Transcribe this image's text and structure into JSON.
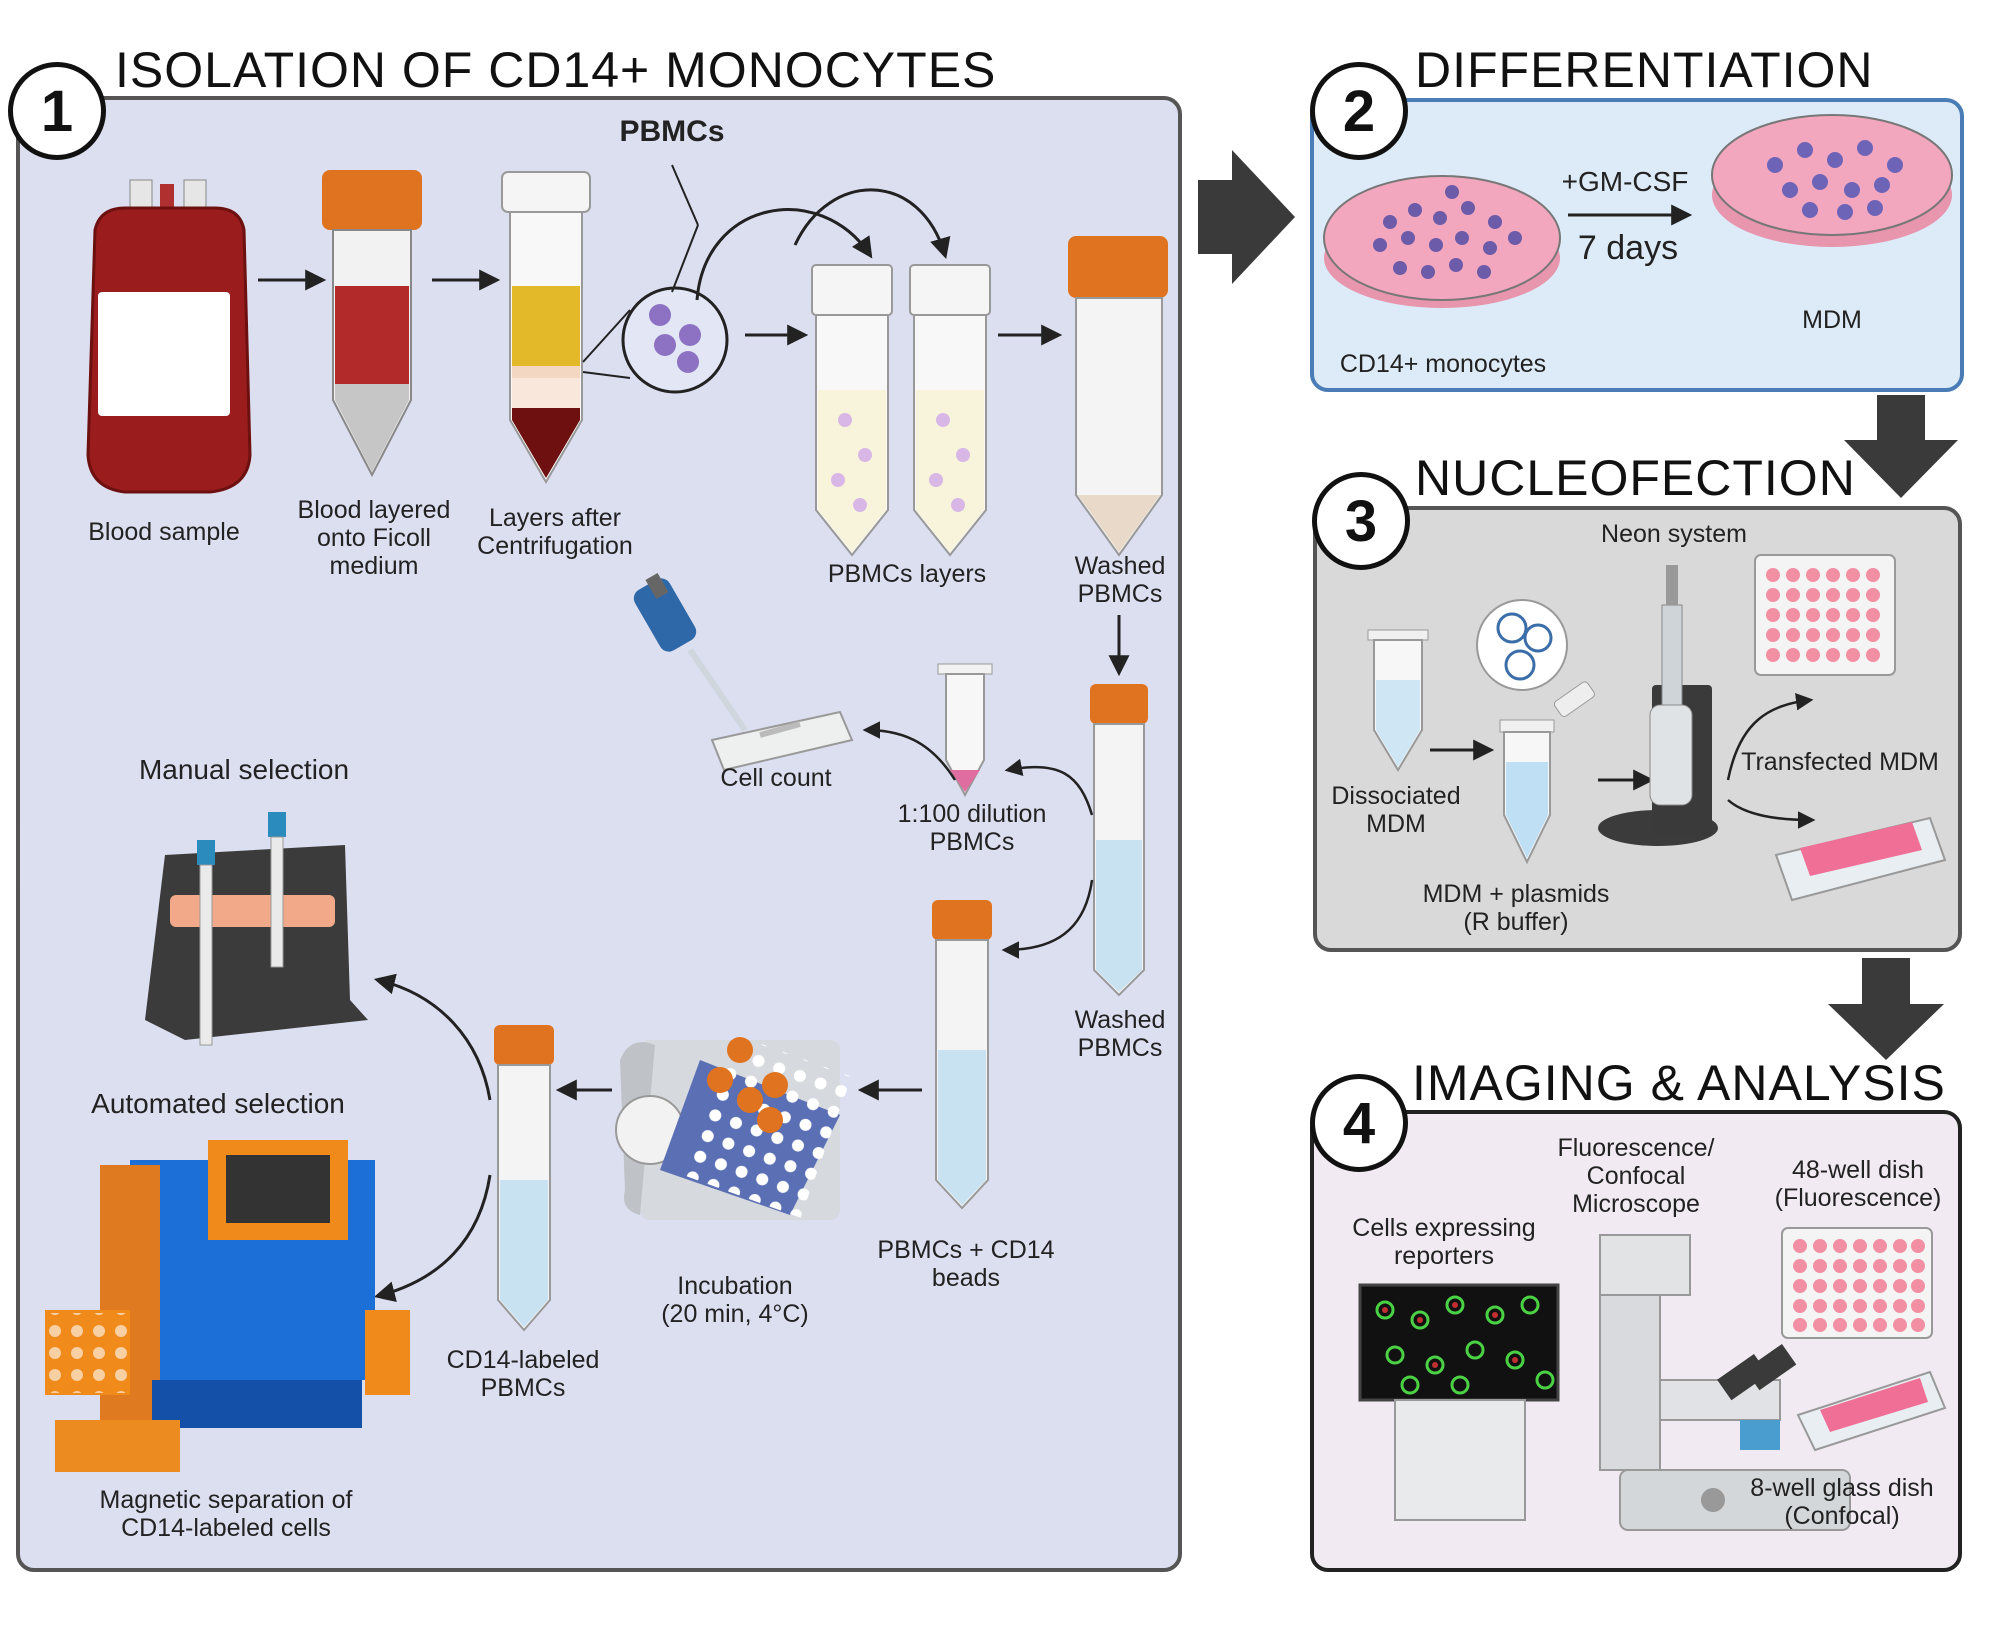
{
  "panels": {
    "isolation": {
      "number": "1",
      "title": "ISOLATION OF CD14+ MONOCYTES"
    },
    "differentiation": {
      "number": "2",
      "title": "DIFFERENTIATION"
    },
    "nucleofection": {
      "number": "3",
      "title": "NUCLEOFECTION"
    },
    "imaging": {
      "number": "4",
      "title": "IMAGING & ANALYSIS"
    }
  },
  "labels": {
    "pbmcs_top": "PBMCs",
    "blood_sample": "Blood sample",
    "blood_layered": [
      "Blood layered",
      "onto Ficoll",
      "medium"
    ],
    "layers_after": [
      "Layers after",
      "Centrifugation"
    ],
    "pbmcs_layers": "PBMCs layers",
    "washed_pbmcs_1": [
      "Washed",
      "PBMCs"
    ],
    "washed_pbmcs_2": [
      "Washed",
      "PBMCs"
    ],
    "cell_count": "Cell count",
    "dilution": [
      "1:100 dilution",
      "PBMCs"
    ],
    "pbmcs_cd14_beads": [
      "PBMCs + CD14",
      "beads"
    ],
    "incubation": [
      "Incubation",
      "(20 min, 4°C)"
    ],
    "cd14_labeled": [
      "CD14-labeled",
      "PBMCs"
    ],
    "manual_selection": "Manual selection",
    "automated_selection": "Automated selection",
    "magnetic_separation": [
      "Magnetic separation of",
      "CD14-labeled cells"
    ],
    "gm_csf": "+GM-CSF",
    "seven_days": "7 days",
    "cd14_monocytes": "CD14+ monocytes",
    "mdm": "MDM",
    "neon_system": "Neon system",
    "dissociated_mdm": [
      "Dissociated",
      "MDM"
    ],
    "mdm_plasmids": [
      "MDM + plasmids",
      "(R buffer)"
    ],
    "transfected_mdm": "Transfected  MDM",
    "cells_expressing": [
      "Cells expressing",
      "reporters"
    ],
    "microscope": [
      "Fluorescence/",
      "Confocal",
      "Microscope"
    ],
    "dish_48": [
      "48-well dish",
      "(Fluorescence)"
    ],
    "dish_8": [
      "8-well glass dish",
      "(Confocal)"
    ]
  },
  "colors": {
    "panel1_bg": "#dcdff0",
    "panel2_bg": "#dcebf7",
    "panel3_bg": "#d9d9d9",
    "panel4_bg": "#f1eaf3",
    "tube_cap": "#e0731f",
    "blood": "#9b1c1c",
    "device_blue": "#1c6fd6",
    "arrow_dark": "#3a3a3a"
  }
}
